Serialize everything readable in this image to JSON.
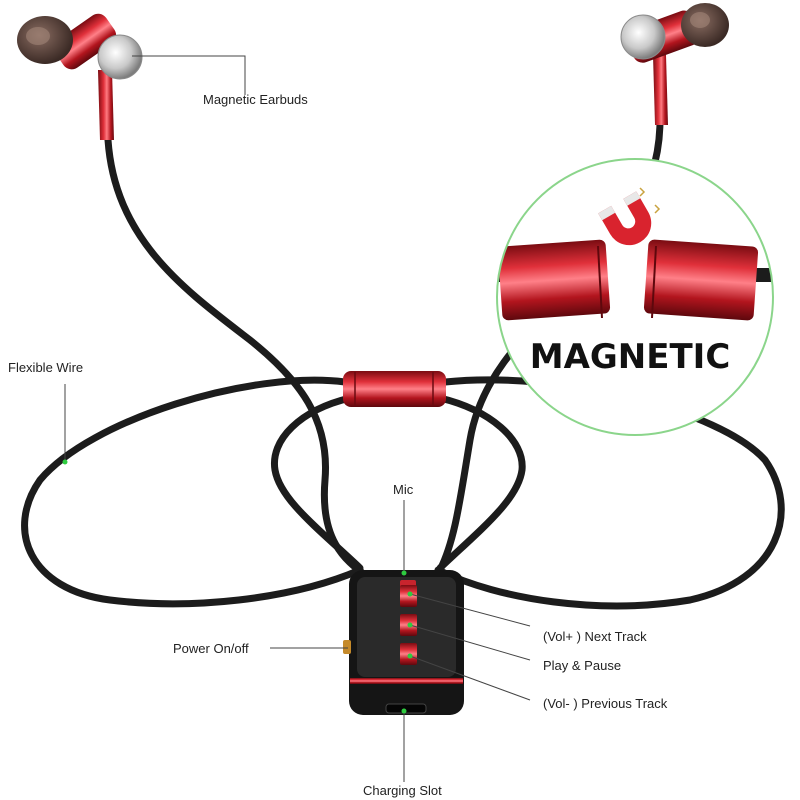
{
  "labels": {
    "earbuds": "Magnetic Earbuds",
    "wire": "Flexible Wire",
    "mic": "Mic",
    "power": "Power On/off",
    "vol_up": "(Vol+ )  Next Track",
    "play": "Play & Pause",
    "vol_down": "(Vol- )  Previous Track",
    "charging": "Charging Slot",
    "magnetic": "MAGNETIC"
  },
  "icons": [
    "magnet-icon"
  ],
  "colors": {
    "accent": "#d9232e",
    "cable": "#1c1c1c",
    "indicator": "#2ecc40",
    "inset_border": "#8bd58b"
  }
}
